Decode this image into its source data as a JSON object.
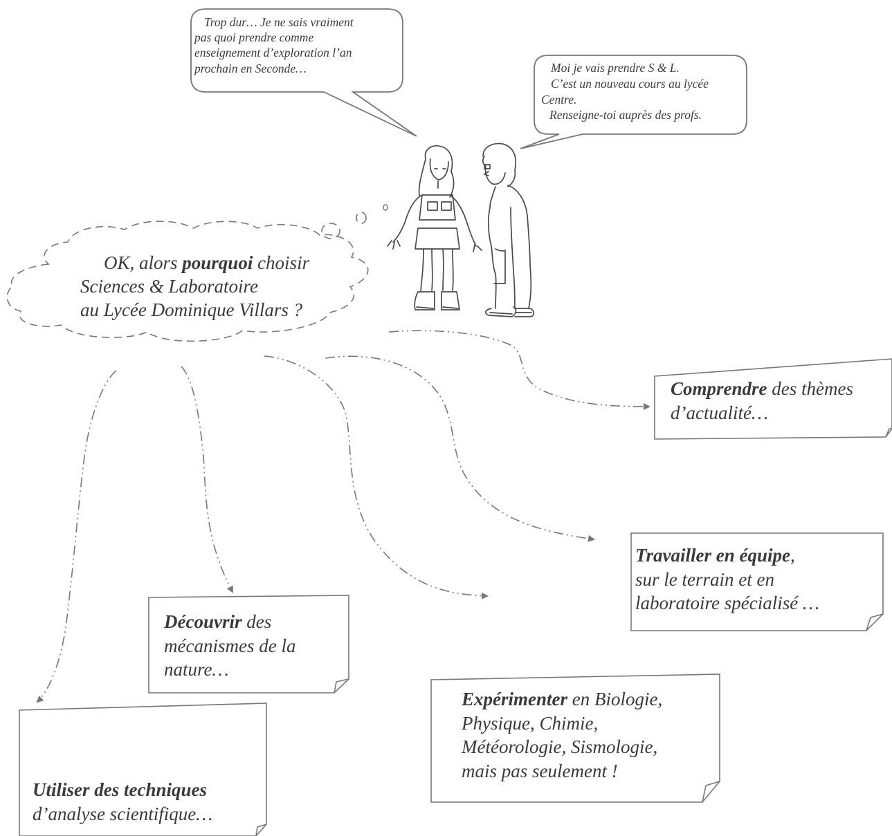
{
  "speech": {
    "girl": [
      "Trop dur… Je ne sais vraiment",
      "pas quoi prendre comme",
      "enseignement d’exploration l’an",
      "prochain en Seconde…"
    ],
    "boy": [
      "Moi je vais prendre S & L.",
      "C’est un nouveau cours au lycée",
      "Centre.",
      "Renseigne-toi auprès des profs."
    ]
  },
  "thought": {
    "l1_pre": "OK, alors ",
    "l1_bold": "pourquoi",
    "l1_post": " choisir",
    "l2": "Sciences & Laboratoire",
    "l3": "au Lycée Dominique Villars ?"
  },
  "notes": {
    "comprendre": {
      "bold": "Comprendre",
      "rest": " des thèmes",
      "l2": "d’actualité…"
    },
    "travailler": {
      "bold": "Travailler en équipe",
      "rest": ",",
      "l2": "sur le terrain et en",
      "l3": "laboratoire spécialisé …"
    },
    "decouvrir": {
      "bold": "Découvrir",
      "rest": " des",
      "l2": "mécanismes de la",
      "l3": "nature…"
    },
    "experimenter": {
      "bold": "Expérimenter",
      "rest": " en Biologie,",
      "l2": "Physique, Chimie,",
      "l3": "Météorologie, Sismologie,",
      "l4": "mais pas seulement !"
    },
    "utiliser": {
      "bold": "Utiliser des techniques",
      "l2": "d’analyse scientifique…"
    }
  },
  "colors": {
    "stroke": "#6e6e6e",
    "text": "#3a3a3a"
  }
}
